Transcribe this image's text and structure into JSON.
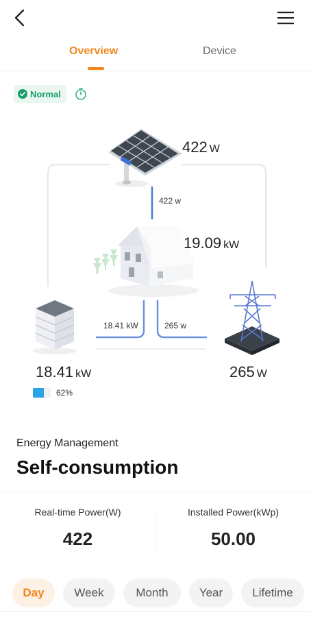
{
  "header": {
    "back_icon": "chevron-left-icon",
    "menu_icon": "hamburger-menu-icon"
  },
  "tabs": [
    {
      "label": "Overview",
      "active": true
    },
    {
      "label": "Device",
      "active": false
    }
  ],
  "status": {
    "label": "Normal",
    "color": "#1a9e6c",
    "icon": "check-circle-icon",
    "timer_icon": "timer-icon"
  },
  "flow": {
    "pv": {
      "value": "422",
      "unit": "W",
      "line_label": "422 w"
    },
    "home": {
      "value": "19.09",
      "unit": "kW"
    },
    "battery": {
      "value": "18.41",
      "unit": "kW",
      "line_label": "18.41 kW",
      "soc_label": "62%",
      "soc_fraction": 0.62
    },
    "grid": {
      "value": "265",
      "unit": "W",
      "line_label": "265 w"
    }
  },
  "energy_management": {
    "label": "Energy Management",
    "mode": "Self-consumption"
  },
  "stats": [
    {
      "label": "Real-time Power(W)",
      "value": "422"
    },
    {
      "label": "Installed Power(kWp)",
      "value": "50.00"
    }
  ],
  "periods": [
    {
      "label": "Day",
      "active": true
    },
    {
      "label": "Week",
      "active": false
    },
    {
      "label": "Month",
      "active": false
    },
    {
      "label": "Year",
      "active": false
    },
    {
      "label": "Lifetime",
      "active": false
    }
  ],
  "colors": {
    "accent": "#f0861a",
    "flow_line": "#4a78d6",
    "status_green": "#1a9e6c",
    "battery_fill": "#2aa4e6"
  }
}
